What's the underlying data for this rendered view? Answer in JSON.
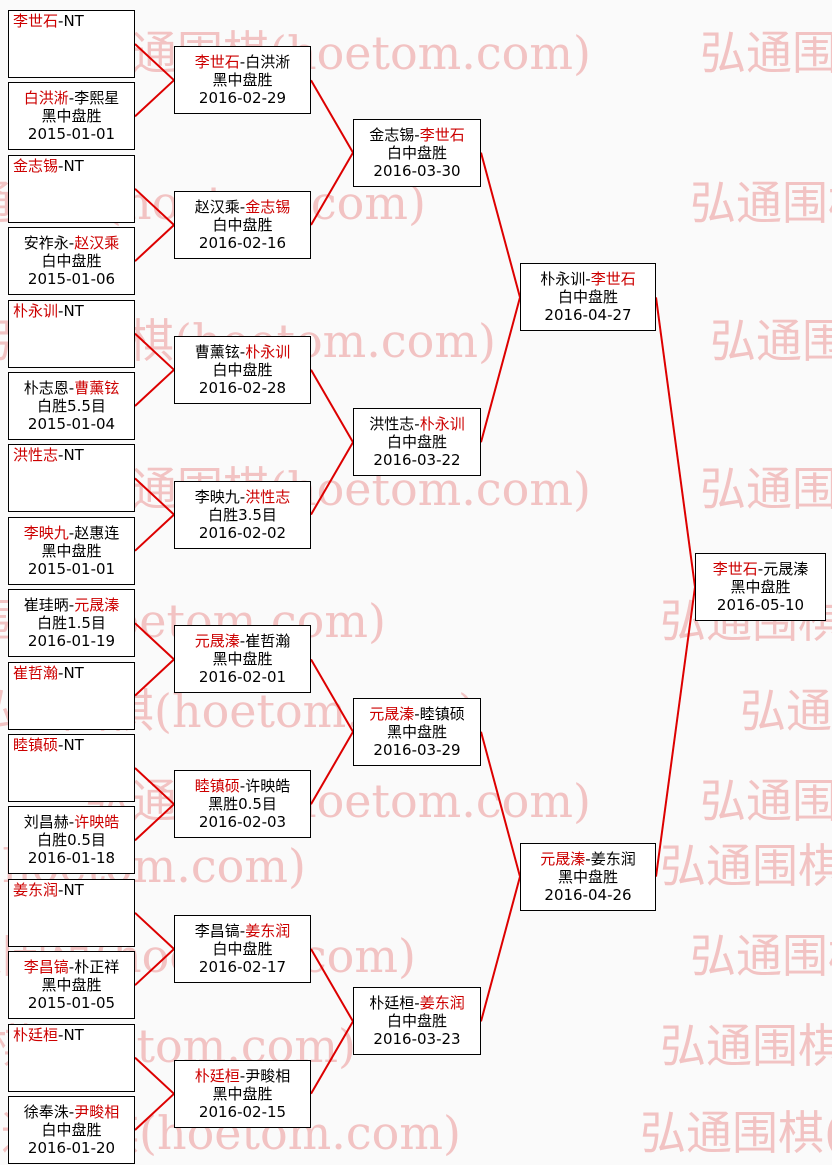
{
  "watermark": {
    "text": "弘通围棋(hoetom.com)",
    "color": "#f2c3c3"
  },
  "colors": {
    "page_bg": "#fafafa",
    "box_bg": "#ffffff",
    "box_border": "#000000",
    "line": "#dd0000",
    "winner": "#cc0000",
    "text": "#000000"
  },
  "name_separator": "-",
  "rounds": [
    {
      "matches": [
        {
          "p1": "李世石",
          "p2": "NT",
          "win": 1,
          "result": "",
          "date": ""
        },
        {
          "p1": "白洪淅",
          "p2": "李熙星",
          "win": 1,
          "result": "黑中盘胜",
          "date": "2015-01-01"
        },
        {
          "p1": "金志锡",
          "p2": "NT",
          "win": 1,
          "result": "",
          "date": ""
        },
        {
          "p1": "安祚永",
          "p2": "赵汉乘",
          "win": 2,
          "result": "白中盘胜",
          "date": "2015-01-06"
        },
        {
          "p1": "朴永训",
          "p2": "NT",
          "win": 1,
          "result": "",
          "date": ""
        },
        {
          "p1": "朴志恩",
          "p2": "曹薰铉",
          "win": 2,
          "result": "白胜5.5目",
          "date": "2015-01-04"
        },
        {
          "p1": "洪性志",
          "p2": "NT",
          "win": 1,
          "result": "",
          "date": ""
        },
        {
          "p1": "李映九",
          "p2": "赵惠连",
          "win": 1,
          "result": "黑中盘胜",
          "date": "2015-01-01"
        },
        {
          "p1": "崔珪昞",
          "p2": "元晟溱",
          "win": 2,
          "result": "白胜1.5目",
          "date": "2016-01-19"
        },
        {
          "p1": "崔哲瀚",
          "p2": "NT",
          "win": 1,
          "result": "",
          "date": ""
        },
        {
          "p1": "睦镇硕",
          "p2": "NT",
          "win": 1,
          "result": "",
          "date": ""
        },
        {
          "p1": "刘昌赫",
          "p2": "许映皓",
          "win": 2,
          "result": "白胜0.5目",
          "date": "2016-01-18"
        },
        {
          "p1": "姜东润",
          "p2": "NT",
          "win": 1,
          "result": "",
          "date": ""
        },
        {
          "p1": "李昌镐",
          "p2": "朴正祥",
          "win": 1,
          "result": "黑中盘胜",
          "date": "2015-01-05"
        },
        {
          "p1": "朴廷桓",
          "p2": "NT",
          "win": 1,
          "result": "",
          "date": ""
        },
        {
          "p1": "徐奉洙",
          "p2": "尹畯相",
          "win": 2,
          "result": "白中盘胜",
          "date": "2016-01-20"
        }
      ]
    },
    {
      "matches": [
        {
          "p1": "李世石",
          "p2": "白洪淅",
          "win": 1,
          "result": "黑中盘胜",
          "date": "2016-02-29"
        },
        {
          "p1": "赵汉乘",
          "p2": "金志锡",
          "win": 2,
          "result": "白中盘胜",
          "date": "2016-02-16"
        },
        {
          "p1": "曹薰铉",
          "p2": "朴永训",
          "win": 2,
          "result": "白中盘胜",
          "date": "2016-02-28"
        },
        {
          "p1": "李映九",
          "p2": "洪性志",
          "win": 2,
          "result": "白胜3.5目",
          "date": "2016-02-02"
        },
        {
          "p1": "元晟溱",
          "p2": "崔哲瀚",
          "win": 1,
          "result": "黑中盘胜",
          "date": "2016-02-01"
        },
        {
          "p1": "睦镇硕",
          "p2": "许映皓",
          "win": 1,
          "result": "黑胜0.5目",
          "date": "2016-02-03"
        },
        {
          "p1": "李昌镐",
          "p2": "姜东润",
          "win": 2,
          "result": "白中盘胜",
          "date": "2016-02-17"
        },
        {
          "p1": "朴廷桓",
          "p2": "尹畯相",
          "win": 1,
          "result": "黑中盘胜",
          "date": "2016-02-15"
        }
      ]
    },
    {
      "matches": [
        {
          "p1": "金志锡",
          "p2": "李世石",
          "win": 2,
          "result": "白中盘胜",
          "date": "2016-03-30"
        },
        {
          "p1": "洪性志",
          "p2": "朴永训",
          "win": 2,
          "result": "白中盘胜",
          "date": "2016-03-22"
        },
        {
          "p1": "元晟溱",
          "p2": "睦镇硕",
          "win": 1,
          "result": "黑中盘胜",
          "date": "2016-03-29"
        },
        {
          "p1": "朴廷桓",
          "p2": "姜东润",
          "win": 2,
          "result": "白中盘胜",
          "date": "2016-03-23"
        }
      ]
    },
    {
      "matches": [
        {
          "p1": "朴永训",
          "p2": "李世石",
          "win": 2,
          "result": "白中盘胜",
          "date": "2016-04-27"
        },
        {
          "p1": "元晟溱",
          "p2": "姜东润",
          "win": 1,
          "result": "黑中盘胜",
          "date": "2016-04-26"
        }
      ]
    },
    {
      "matches": [
        {
          "p1": "李世石",
          "p2": "元晟溱",
          "win": 1,
          "result": "黑中盘胜",
          "date": "2016-05-10"
        }
      ]
    }
  ]
}
